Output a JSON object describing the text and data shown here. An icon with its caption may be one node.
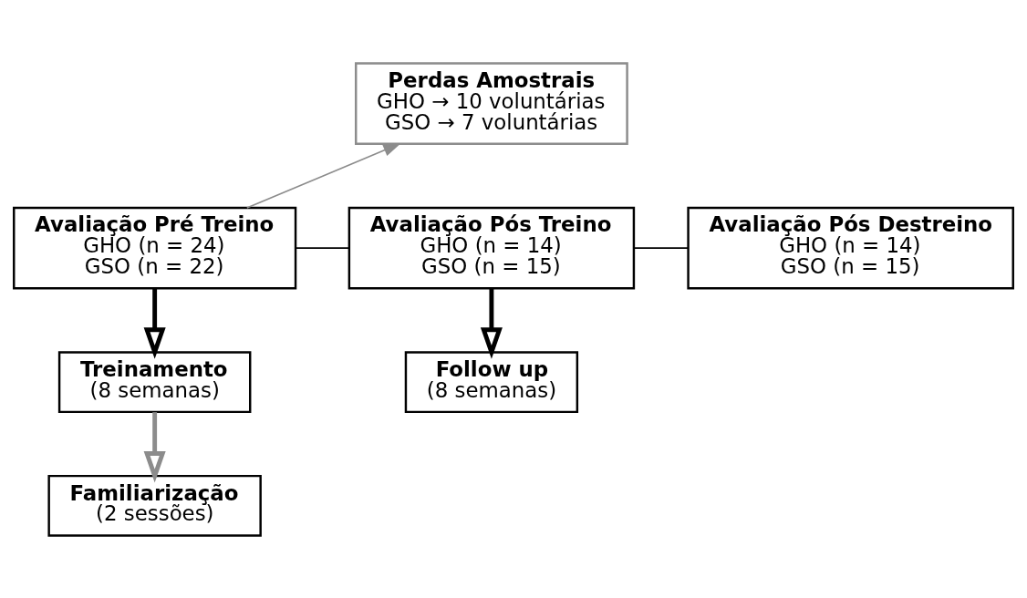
{
  "diagram": {
    "nodes": [
      {
        "text": [
          "Perdas Amostrais",
          "GHO → 10 voluntárias",
          "GSO → 7 voluntárias"
        ]
      },
      {
        "text": [
          "Avaliação Pré Treino",
          "GHO (n = 24)",
          "GSO (n = 22)"
        ]
      },
      {
        "text": [
          "Avaliação Pós Treino",
          "GHO (n = 14)",
          "GSO (n = 15)"
        ]
      },
      {
        "text": [
          "Avaliação Pós Destreino",
          "GHO (n = 14)",
          "GSO (n = 15)"
        ]
      },
      {
        "text": [
          "Treinamento",
          "(8 semanas)"
        ]
      },
      {
        "text": [
          "Follow up",
          "(8 semanas)"
        ]
      },
      {
        "text": [
          "Familiarização",
          "(2 sessões)"
        ]
      }
    ],
    "edges": [
      {
        "from": 1,
        "to": 2,
        "arrow": "none"
      },
      {
        "from": 1,
        "to": 0,
        "arrow": "to",
        "color": "#8c8c8c"
      },
      {
        "from": 2,
        "to": 3,
        "arrow": "none"
      },
      {
        "from": 1,
        "to": 4,
        "arrow": "to",
        "style": "thick"
      },
      {
        "from": 2,
        "to": 5,
        "arrow": "to",
        "style": "thick"
      },
      {
        "from": 4,
        "to": 6,
        "arrow": "to",
        "style": "thick",
        "color": "#8c8c8c"
      }
    ]
  }
}
